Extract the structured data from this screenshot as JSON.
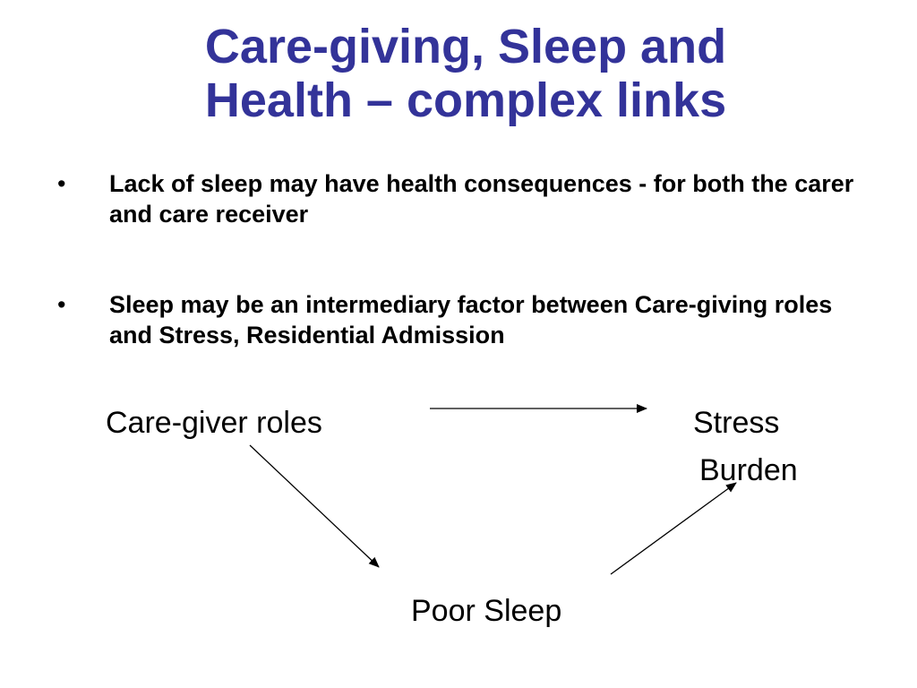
{
  "slide": {
    "title_line1": "Care-giving, Sleep and",
    "title_line2": "Health – complex links",
    "title_color": "#333399",
    "bullet_marker": "•",
    "bullets": [
      "Lack of sleep may have health consequences - for both the carer and care receiver",
      "Sleep may be an intermediary factor between  Care-giving roles  and Stress, Residential Admission"
    ]
  },
  "diagram": {
    "nodes": {
      "caregiver_roles": "Care-giver roles",
      "stress": "Stress",
      "burden": "Burden",
      "poor_sleep": "Poor Sleep"
    },
    "edges": [
      {
        "from": "Care-giver roles",
        "to": "Stress"
      },
      {
        "from": "Care-giver roles",
        "to": "Poor Sleep"
      },
      {
        "from": "Poor Sleep",
        "to": "Burden"
      }
    ]
  }
}
